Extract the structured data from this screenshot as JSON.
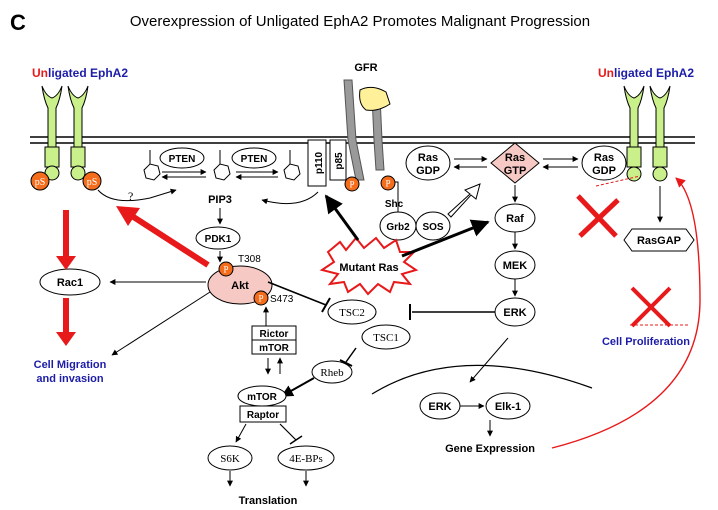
{
  "figure": {
    "panel_letter": "C",
    "title": "Overexpression of Unligated EphA2 Promotes Malignant Progression"
  },
  "receptor_left": {
    "prefix": "Un",
    "rest": "ligated EphA2"
  },
  "receptor_right": {
    "prefix": "Un",
    "rest": "ligated EphA2"
  },
  "labels": {
    "gfr": "GFR",
    "ps": "pS",
    "question": "?",
    "pten": "PTEN",
    "pip3": "PIP3",
    "pdk1": "PDK1",
    "t308": "T308",
    "s473": "S473",
    "p": "P",
    "akt": "Akt",
    "p110": "p110",
    "p85": "p85",
    "shc": "Shc",
    "grb2": "Grb2",
    "sos": "SOS",
    "ras_gdp_1": "Ras",
    "ras_gdp_2": "GDP",
    "ras_gtp_1": "Ras",
    "ras_gtp_2": "GTP",
    "raf": "Raf",
    "mek": "MEK",
    "erk": "ERK",
    "rasgap": "RasGAP",
    "mutant_ras": "Mutant Ras",
    "rac1": "Rac1",
    "cell_migration_1": "Cell Migration",
    "cell_migration_2": "and invasion",
    "cell_proliferation": "Cell Proliferation",
    "tsc2": "TSC2",
    "tsc1": "TSC1",
    "rheb": "Rheb",
    "rictor": "Rictor",
    "mtor": "mTOR",
    "raptor": "Raptor",
    "s6k": "S6K",
    "ebp": "4E-BPs",
    "translation": "Translation",
    "elk1": "Elk-1",
    "gene_expression": "Gene Expression"
  },
  "colors": {
    "red": "#e8191a",
    "blue": "#1c1ca8",
    "receptor_green": "#c9f08b",
    "receptor_green_dark": "#8fbf48",
    "phospho_orange": "#f46d1c",
    "akt_pink": "#f7c9c4",
    "ras_gtp_pink": "#f7c9c4",
    "pi3k_gray": "#9a9a9a",
    "lipid_yellow": "#fff099"
  }
}
